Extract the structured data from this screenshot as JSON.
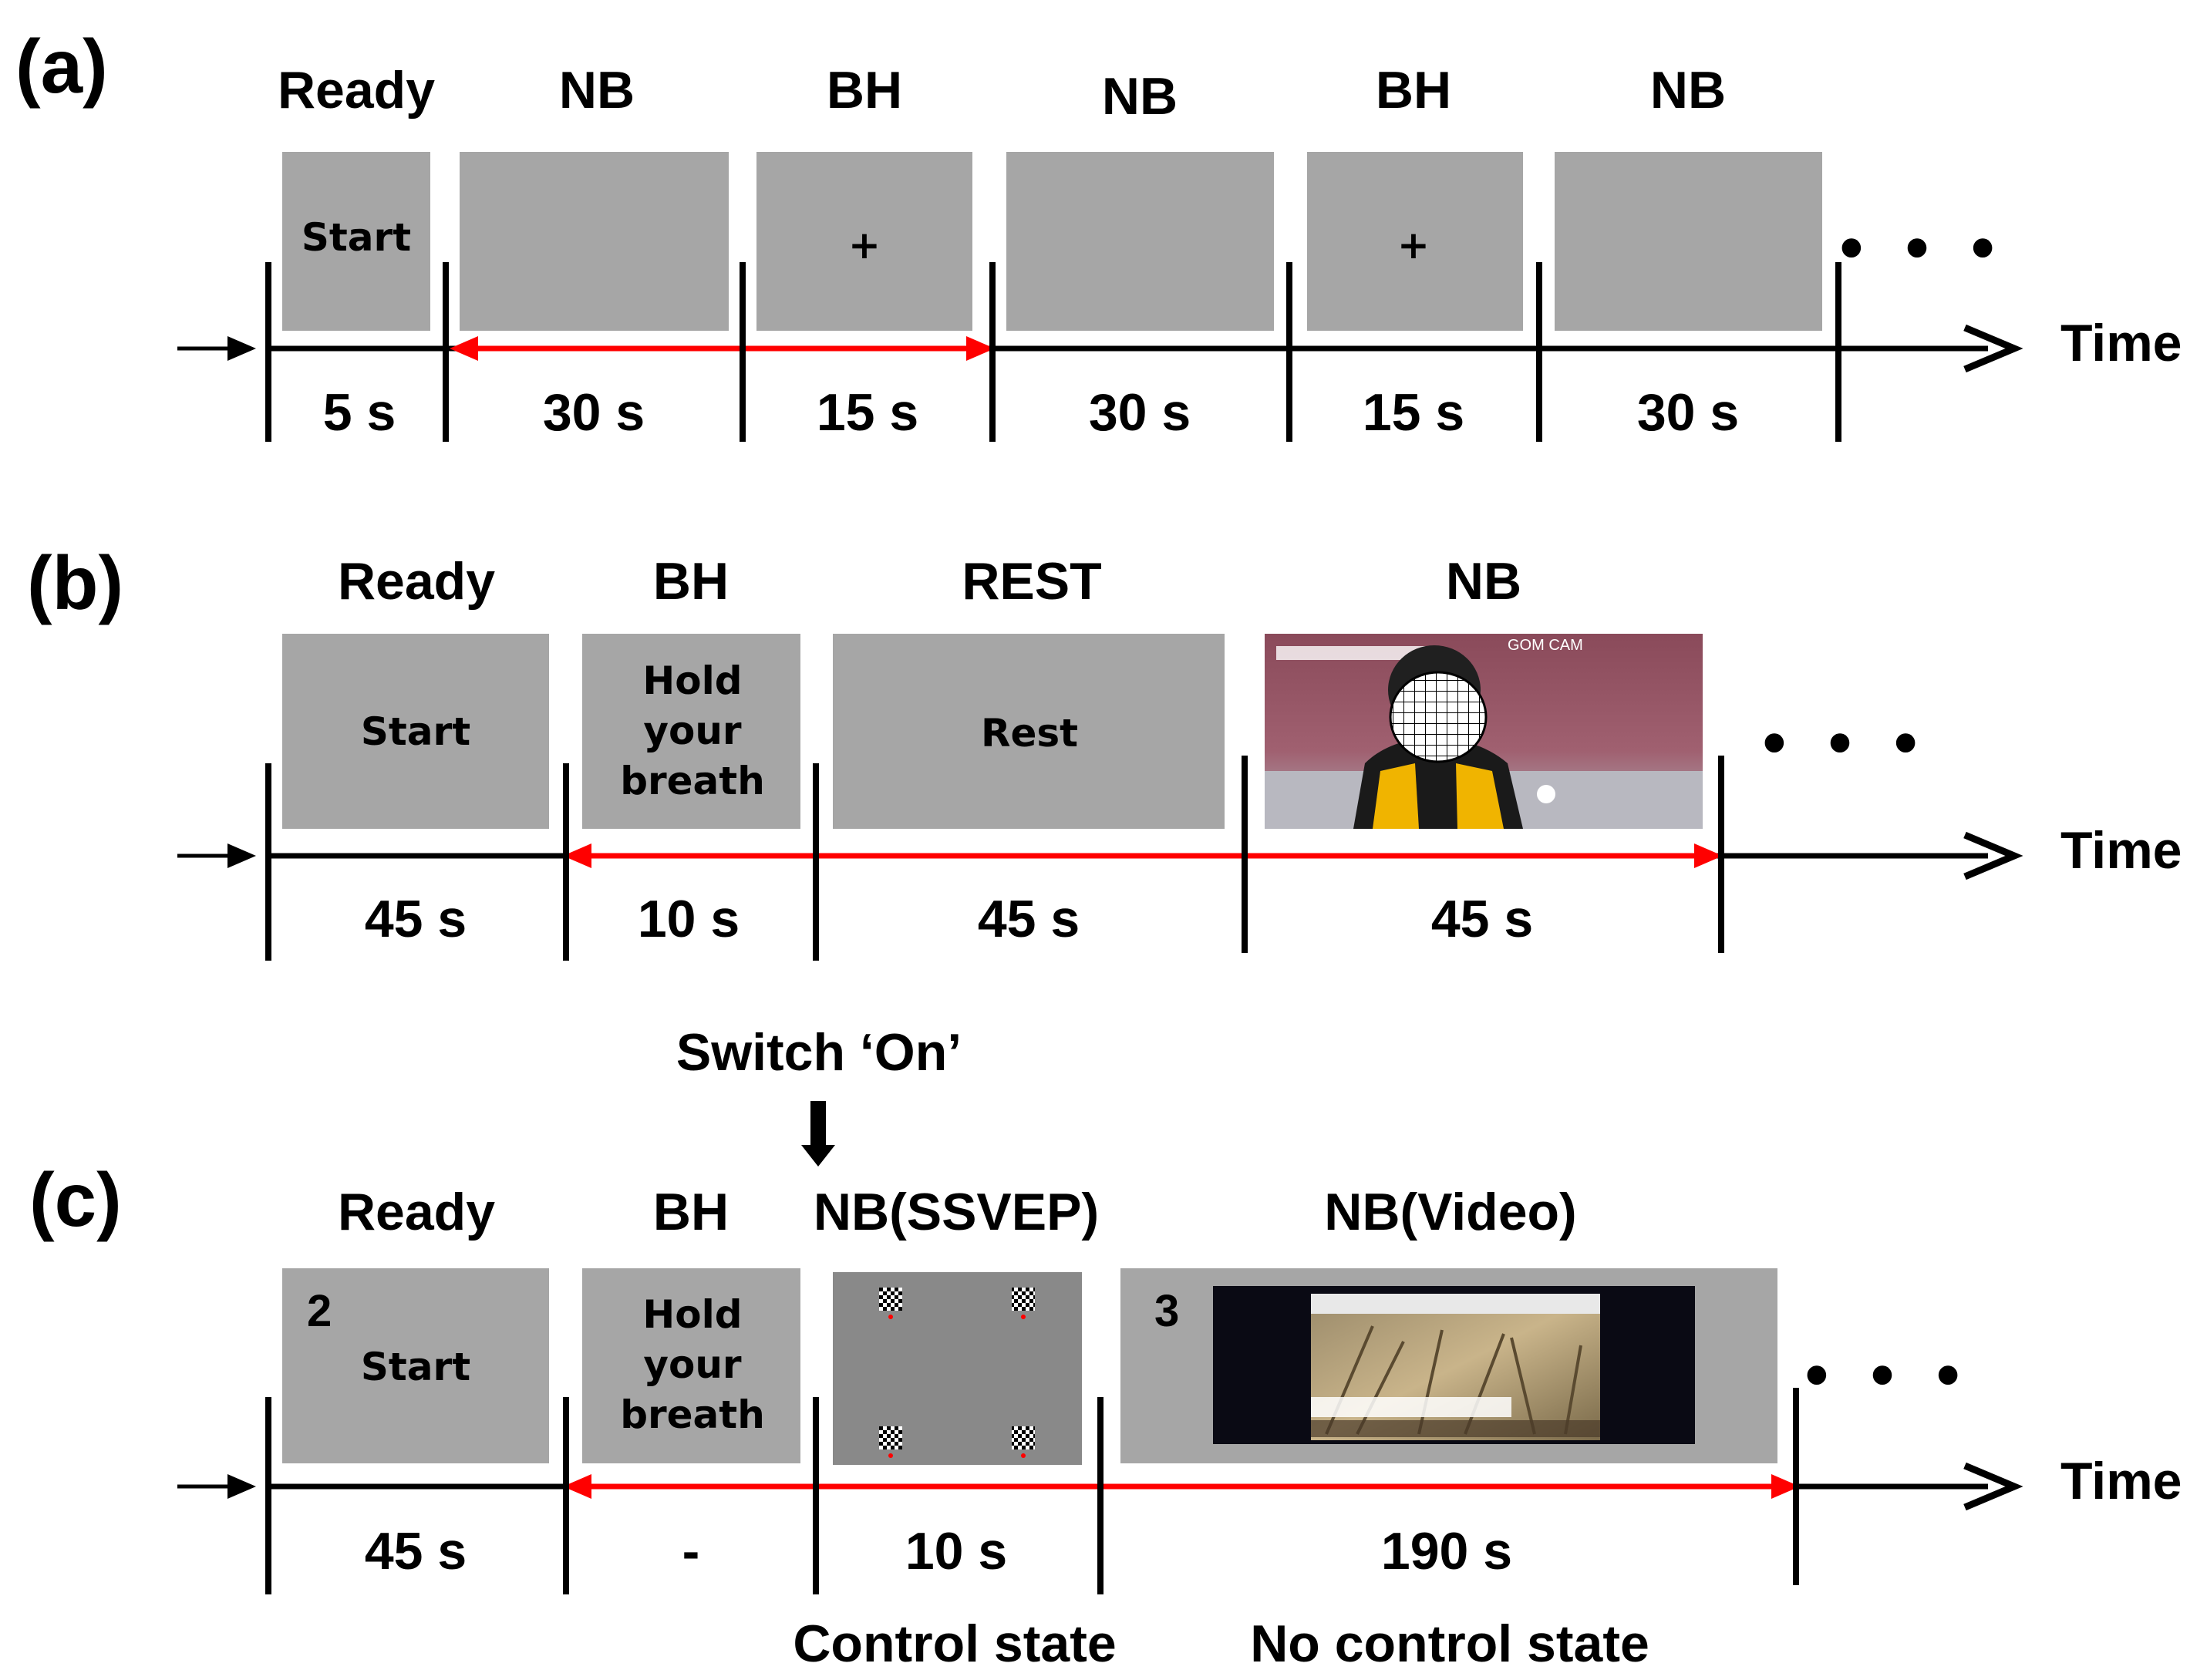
{
  "time_label": "Time",
  "ellipsis": "• • •",
  "panels": {
    "a": {
      "label": "(a)",
      "phases": [
        "Ready",
        "NB",
        "BH",
        "NB",
        "BH",
        "NB"
      ],
      "durations": [
        "5 s",
        "30 s",
        "15 s",
        "30 s",
        "15 s",
        "30 s"
      ],
      "box_texts": [
        "Start",
        "",
        "+",
        "",
        "+",
        ""
      ]
    },
    "b": {
      "label": "(b)",
      "phases": [
        "Ready",
        "BH",
        "REST",
        "NB"
      ],
      "durations": [
        "45 s",
        "10 s",
        "45 s",
        "45 s"
      ],
      "box_texts": [
        "Start",
        "Hold",
        "your",
        "breath",
        "Rest"
      ],
      "video_overlay": "GOM CAM"
    },
    "c": {
      "label": "(c)",
      "phases": [
        "Ready",
        "BH",
        "NB(SSVEP)",
        "NB(Video)"
      ],
      "durations": [
        "45 s",
        "-",
        "10 s",
        "190 s"
      ],
      "box_texts": [
        "Start",
        "Hold",
        "your",
        "breath"
      ],
      "box_numbers": [
        "2",
        "3"
      ],
      "switch_label": "Switch ‘On’",
      "state_labels": [
        "Control state",
        "No control state"
      ]
    }
  },
  "colors": {
    "box_gray": "#a6a6a6",
    "arrow_red": "#ff0000",
    "axis_black": "#000000"
  }
}
